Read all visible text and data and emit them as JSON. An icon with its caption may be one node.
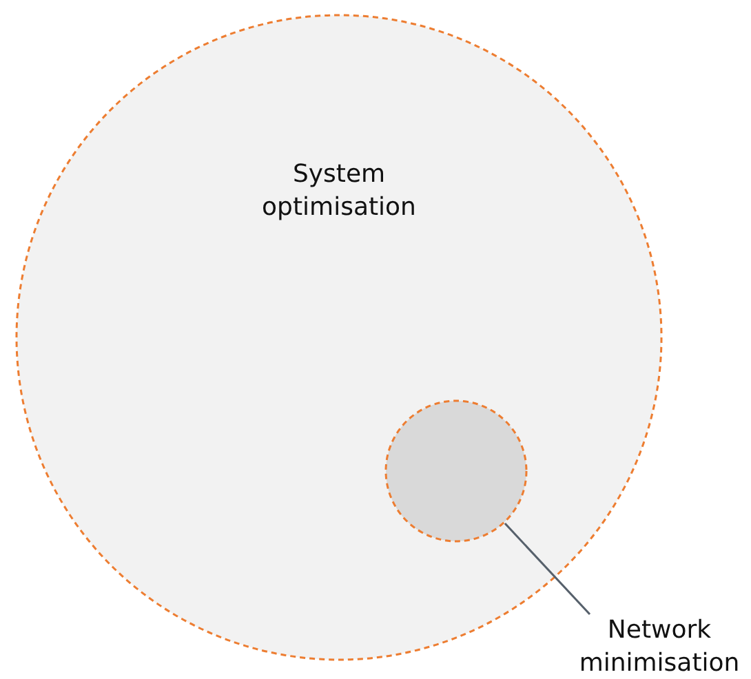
{
  "diagram": {
    "nodes": [
      {
        "text": [
          "System optimisation"
        ]
      },
      {
        "text": [],
        "shape": "circle",
        "in": 0
      },
      {
        "text": [
          "Network minimisation"
        ]
      }
    ],
    "edges": [
      {
        "from": 2,
        "to": 1,
        "arrow": "none"
      }
    ]
  }
}
